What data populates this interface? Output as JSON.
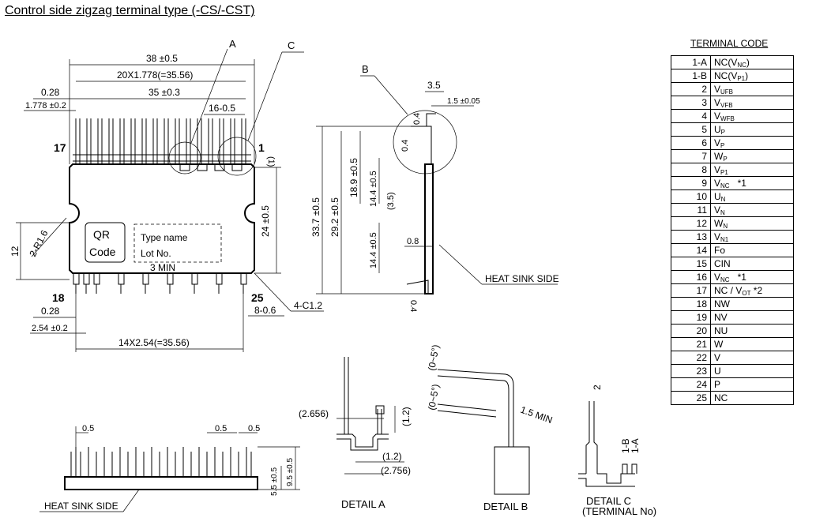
{
  "title": "Control side zigzag terminal type (-CS/-CST)",
  "top_view": {
    "dims": {
      "overall": "38 ±0.5",
      "pitch_top": "20X1.778(=35.56)",
      "inner": "35 ±0.3",
      "pin_offset_left": "0.28",
      "pitch_small": "1.778 ±0.2",
      "pin_pitch_detail": "16-0.5",
      "pin1_height": "(1)",
      "body_height": "24 ±0.5",
      "hole_height": "12",
      "hole_radius": "2-R1.6",
      "min_3": "3 MIN",
      "pin_offset_bottom": "0.28",
      "pitch_bottom_small": "2.54 ±0.2",
      "pitch_bottom": "14X2.54(=35.56)",
      "chamfer": "4-C1.2",
      "lead_width": "8-0.6"
    },
    "pin_labels": {
      "p17": "17",
      "p1": "1",
      "p18": "18",
      "p25": "25"
    },
    "qr_label_1": "QR",
    "qr_label_2": "Code",
    "type_name": "Type name",
    "lot_no": "Lot No.",
    "callouts": {
      "a": "A",
      "c": "C"
    }
  },
  "side_view": {
    "callout_b": "B",
    "dims": {
      "d3_5": "3.5",
      "d1_5": "1.5 ±0.05",
      "d0_4a": "0.4",
      "d0_4b": "0.4",
      "d18_9": "18.9 ±0.5",
      "d14_4a": "14.4 ±0.5",
      "d3_5p": "(3.5)",
      "d33_7": "33.7 ±0.5",
      "d29_2": "29.2 ±0.5",
      "d14_4b": "14.4 ±0.5",
      "d0_8": "0.8",
      "d0_4c": "0.4"
    },
    "heat_sink_side": "HEAT SINK SIDE"
  },
  "bottom_view": {
    "d0_5a": "0.5",
    "d0_5b": "0.5",
    "d0_5c": "0.5",
    "d5_5": "5.5 ±0.5",
    "d9_5": "9.5 ±0.5",
    "heat_sink_side": "HEAT SINK SIDE"
  },
  "detail_a": {
    "label": "DETAIL  A",
    "d2_656": "(2.656)",
    "d1_2a": "(1.2)",
    "d1_2b": "(1.2)",
    "d2_756": "(2.756)"
  },
  "detail_b": {
    "label": "DETAIL  B",
    "angle1": "(0~5°)",
    "angle2": "(0~5°)",
    "min": "1.5 MIN"
  },
  "detail_c": {
    "label": "DETAIL  C",
    "sublabel": "(TERMINAL No)",
    "n2": "2",
    "n1b": "1-B",
    "n1a": "1-A"
  },
  "terminal_table": {
    "caption": "TERMINAL CODE",
    "rows": [
      {
        "no": "1-A",
        "code": "NC(V",
        "sub": "NC",
        "tail": ")"
      },
      {
        "no": "1-B",
        "code": "NC(V",
        "sub": "P1",
        "tail": ")"
      },
      {
        "no": "2",
        "code": "V",
        "sub": "UFB",
        "tail": ""
      },
      {
        "no": "3",
        "code": "V",
        "sub": "VFB",
        "tail": ""
      },
      {
        "no": "4",
        "code": "V",
        "sub": "WFB",
        "tail": ""
      },
      {
        "no": "5",
        "code": "U",
        "sub": "P",
        "tail": ""
      },
      {
        "no": "6",
        "code": "V",
        "sub": "P",
        "tail": ""
      },
      {
        "no": "7",
        "code": "W",
        "sub": "P",
        "tail": ""
      },
      {
        "no": "8",
        "code": "V",
        "sub": "P1",
        "tail": ""
      },
      {
        "no": "9",
        "code": "V",
        "sub": "NC",
        "tail": "   *1"
      },
      {
        "no": "10",
        "code": "U",
        "sub": "N",
        "tail": ""
      },
      {
        "no": "11",
        "code": "V",
        "sub": "N",
        "tail": ""
      },
      {
        "no": "12",
        "code": "W",
        "sub": "N",
        "tail": ""
      },
      {
        "no": "13",
        "code": "V",
        "sub": "N1",
        "tail": ""
      },
      {
        "no": "14",
        "code": "Fo",
        "sub": "",
        "tail": ""
      },
      {
        "no": "15",
        "code": "CIN",
        "sub": "",
        "tail": ""
      },
      {
        "no": "16",
        "code": "V",
        "sub": "NC",
        "tail": "   *1"
      },
      {
        "no": "17",
        "code": "NC / V",
        "sub": "OT",
        "tail": " *2"
      },
      {
        "no": "18",
        "code": "NW",
        "sub": "",
        "tail": ""
      },
      {
        "no": "19",
        "code": "NV",
        "sub": "",
        "tail": ""
      },
      {
        "no": "20",
        "code": "NU",
        "sub": "",
        "tail": ""
      },
      {
        "no": "21",
        "code": "W",
        "sub": "",
        "tail": ""
      },
      {
        "no": "22",
        "code": "V",
        "sub": "",
        "tail": ""
      },
      {
        "no": "23",
        "code": "U",
        "sub": "",
        "tail": ""
      },
      {
        "no": "24",
        "code": "P",
        "sub": "",
        "tail": ""
      },
      {
        "no": "25",
        "code": "NC",
        "sub": "",
        "tail": ""
      }
    ]
  }
}
